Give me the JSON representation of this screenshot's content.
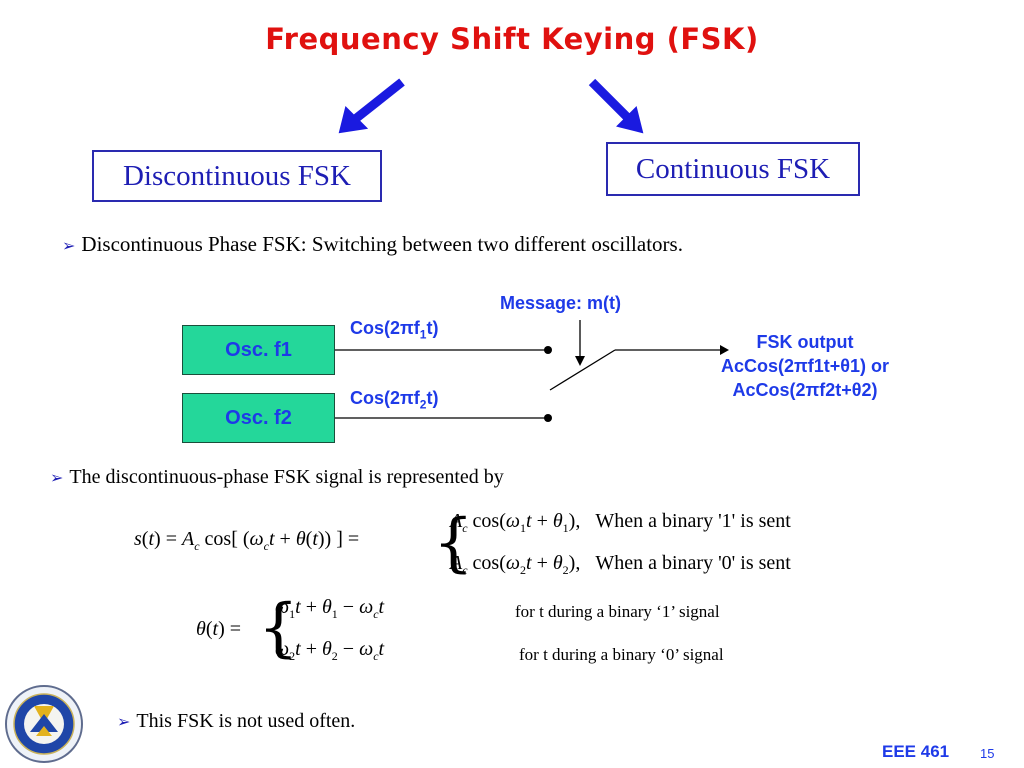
{
  "title": "Frequency Shift Keying (FSK)",
  "boxes": {
    "discontinuous": "Discontinuous FSK",
    "continuous": "Continuous FSK"
  },
  "bullets": {
    "b1": "Discontinuous Phase FSK: Switching between two different oscillators.",
    "b2": "The discontinuous-phase FSK signal is represented by",
    "b3": "This FSK is not used often."
  },
  "diagram": {
    "osc1": "Osc. f1",
    "osc2": "Osc. f2",
    "cos1_pre": "Cos(2",
    "cos1_f": "f",
    "cos1_sub": "1",
    "cos1_post": "t)",
    "cos2_pre": "Cos(2",
    "cos2_f": "f",
    "cos2_sub": "2",
    "cos2_post": "t)",
    "message": "Message: m(t)",
    "fsk_output_title": "FSK output",
    "fsk_output_line2": "AcCos(2πf1t+θ1) or",
    "fsk_output_line3": "AcCos(2πf2t+θ2)"
  },
  "equations": {
    "when1": "When a binary '1' is sent",
    "when0": "When a binary '0'  is sent",
    "note1": "for t during a binary ‘1’ signal",
    "note0": "for t during a binary ‘0’ signal"
  },
  "footer": {
    "course": "EEE 461",
    "page": "15"
  },
  "colors": {
    "title": "#e0110f",
    "accent_blue": "#1e3ae8",
    "box_border": "#2a2ab0",
    "oscillator_fill": "#24d79a"
  }
}
